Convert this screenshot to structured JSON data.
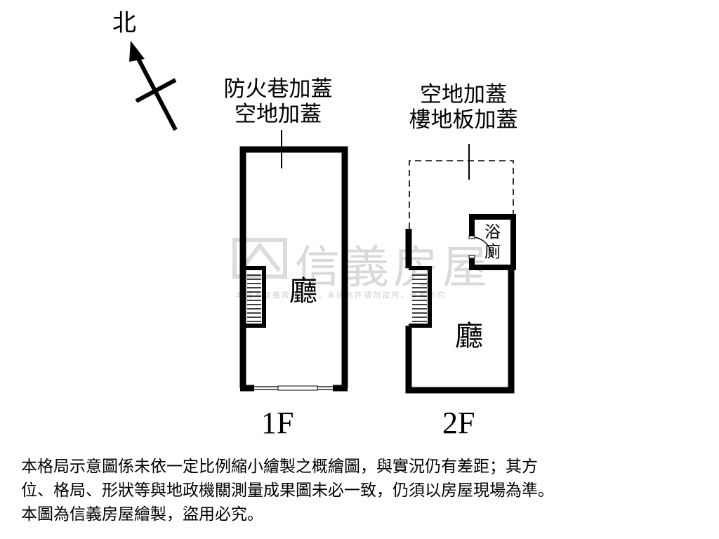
{
  "north_label": "北",
  "floor1": {
    "label": "1F",
    "annotation_lines": [
      "防火巷加蓋",
      "空地加蓋"
    ],
    "room_label": "廳"
  },
  "floor2": {
    "label": "2F",
    "annotation_lines": [
      "空地加蓋",
      "樓地板加蓋"
    ],
    "room_label": "廳",
    "bath_label_lines": [
      "浴",
      "廁"
    ]
  },
  "watermark": {
    "brand": "信義房屋",
    "notice": "本圖為信義房屋繪製，未經允許請勿盜用，違者必究"
  },
  "disclaimer_lines": [
    "本格局示意圖係未依一定比例縮小繪製之概繪圖，與實況仍有差距；其方",
    "位、格局、形狀等與地政機關測量成果圖未必一致，仍須以房屋現場為準。",
    "本圖為信義房屋繪製，盜用必究。"
  ],
  "colors": {
    "wall": "#000000",
    "watermark": "#d9d9d9"
  }
}
